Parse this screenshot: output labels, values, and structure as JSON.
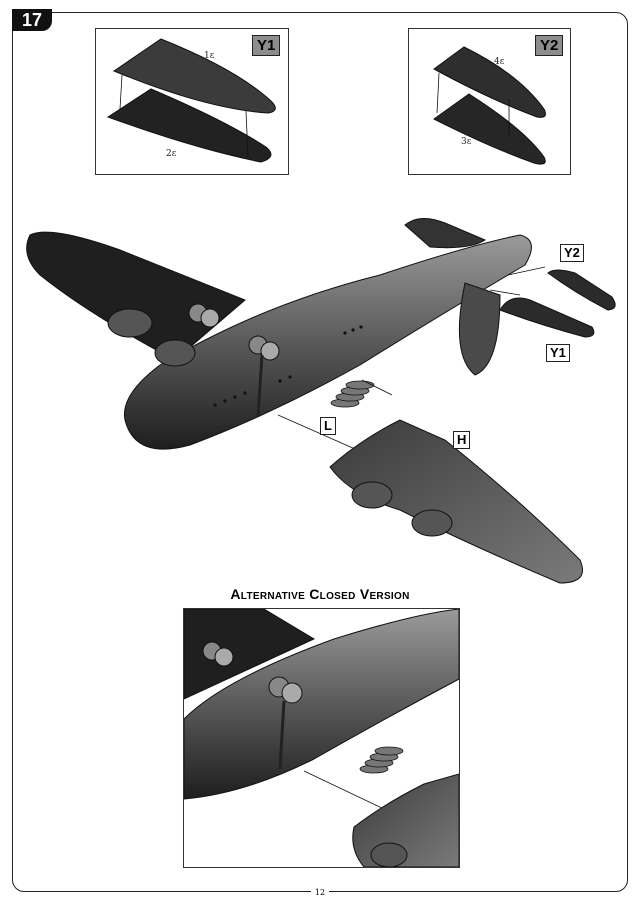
{
  "step": {
    "number": "17"
  },
  "inset_y1": {
    "label": "Y1",
    "parts": [
      "1ε",
      "2ε"
    ]
  },
  "inset_y2": {
    "label": "Y2",
    "parts": [
      "4ε",
      "3ε"
    ]
  },
  "main": {
    "labels": {
      "y2": "Y2",
      "y1": "Y1",
      "l": "L",
      "h": "H"
    }
  },
  "alternative": {
    "title": "Alternative Closed Version"
  },
  "page": {
    "number": "12"
  },
  "colors": {
    "ink": "#111111",
    "plane_dark": "#2a2a2a",
    "plane_mid": "#6a6a6a",
    "tag_grey": "#8d8d8d"
  }
}
